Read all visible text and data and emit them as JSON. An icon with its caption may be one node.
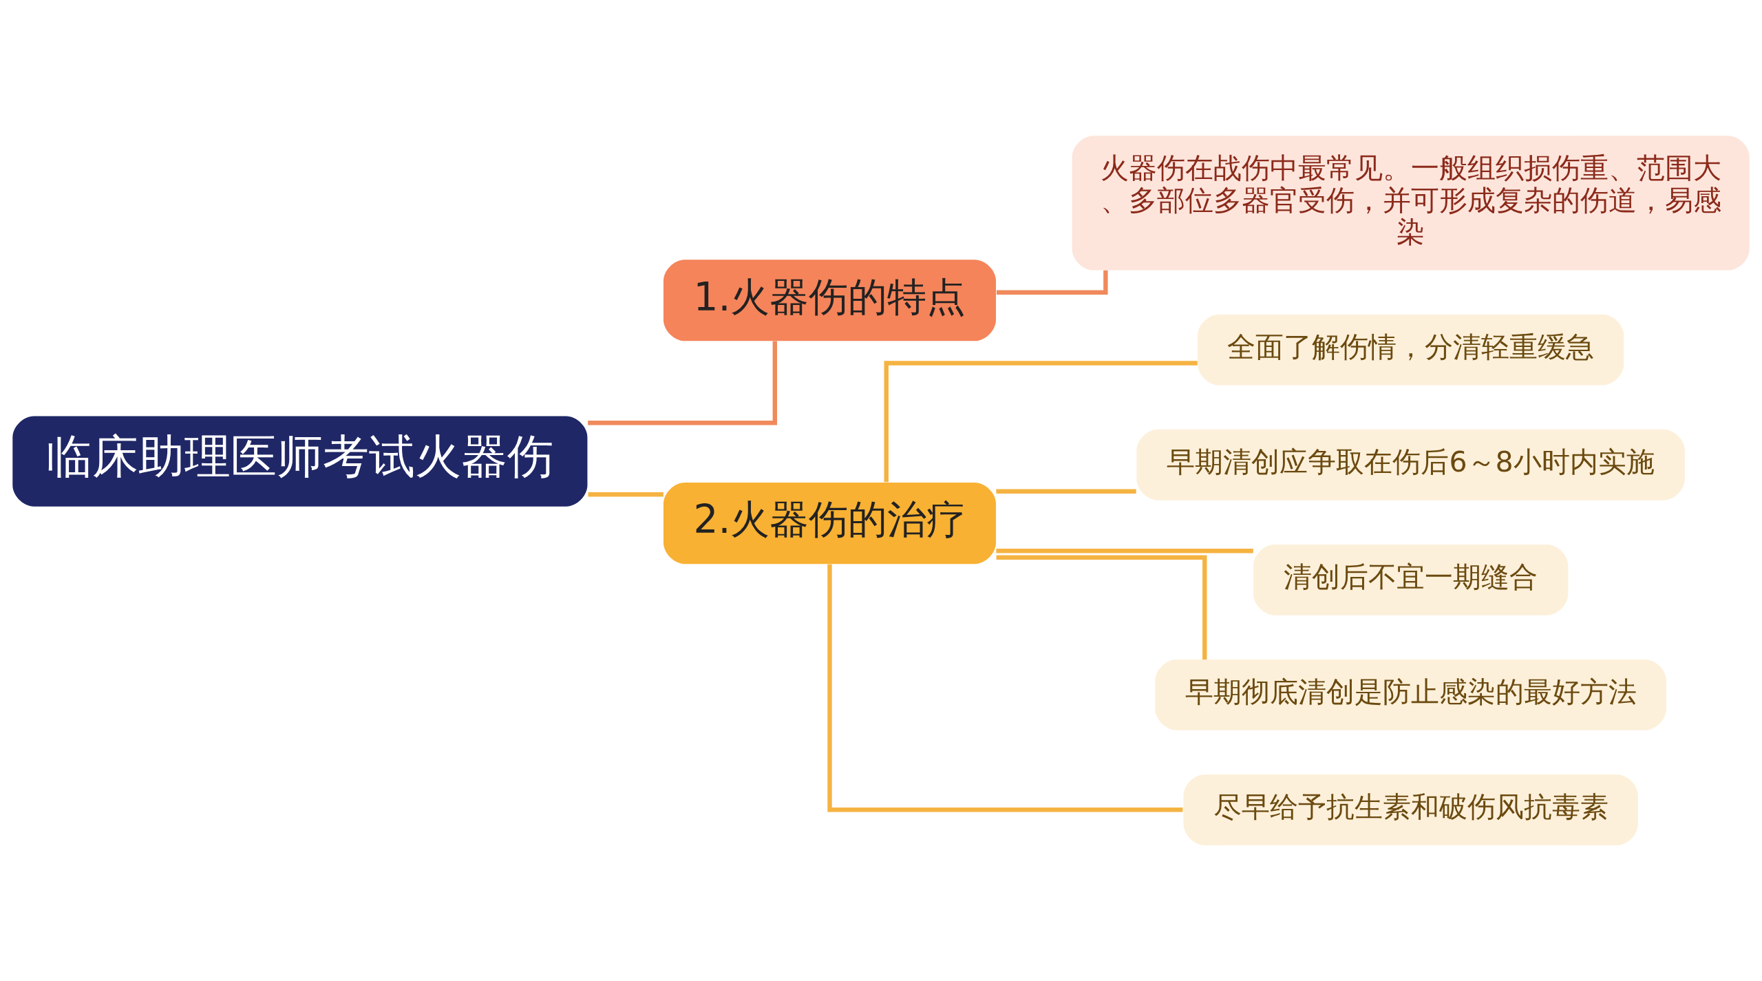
{
  "diagram": {
    "nodes": [
      {
        "text": [
          "临床助理医师考试火器伤"
        ]
      },
      {
        "text": [
          "1.火器伤的特点"
        ]
      },
      {
        "text": [
          "火器伤在战伤中最常见。一般组织损伤重、范围大、多部位多器官受伤，并可形成复杂的伤道，易感染"
        ]
      },
      {
        "text": [
          "2.火器伤的治疗"
        ]
      },
      {
        "text": [
          "全面了解伤情，分清轻重缓急"
        ]
      },
      {
        "text": [
          "早期清创应争取在伤后6～8小时内实施"
        ]
      },
      {
        "text": [
          "清创后不宜一期缝合"
        ]
      },
      {
        "text": [
          "早期彻底清创是防止感染的最好方法"
        ]
      },
      {
        "text": [
          "尽早给予抗生素和破伤风抗毒素"
        ]
      }
    ],
    "edges": [
      {
        "from": 0,
        "to": 1,
        "arrow": "none",
        "color": "#f08a5d"
      },
      {
        "from": 1,
        "to": 2,
        "arrow": "none",
        "color": "#f08a5d"
      },
      {
        "from": 0,
        "to": 3,
        "arrow": "none"
      },
      {
        "from": 3,
        "to": 4,
        "arrow": "none"
      },
      {
        "from": 3,
        "to": 5,
        "arrow": "none"
      },
      {
        "from": 3,
        "to": 6,
        "arrow": "none"
      },
      {
        "from": 3,
        "to": 7,
        "arrow": "none"
      },
      {
        "from": 3,
        "to": 8,
        "arrow": "none"
      }
    ]
  }
}
